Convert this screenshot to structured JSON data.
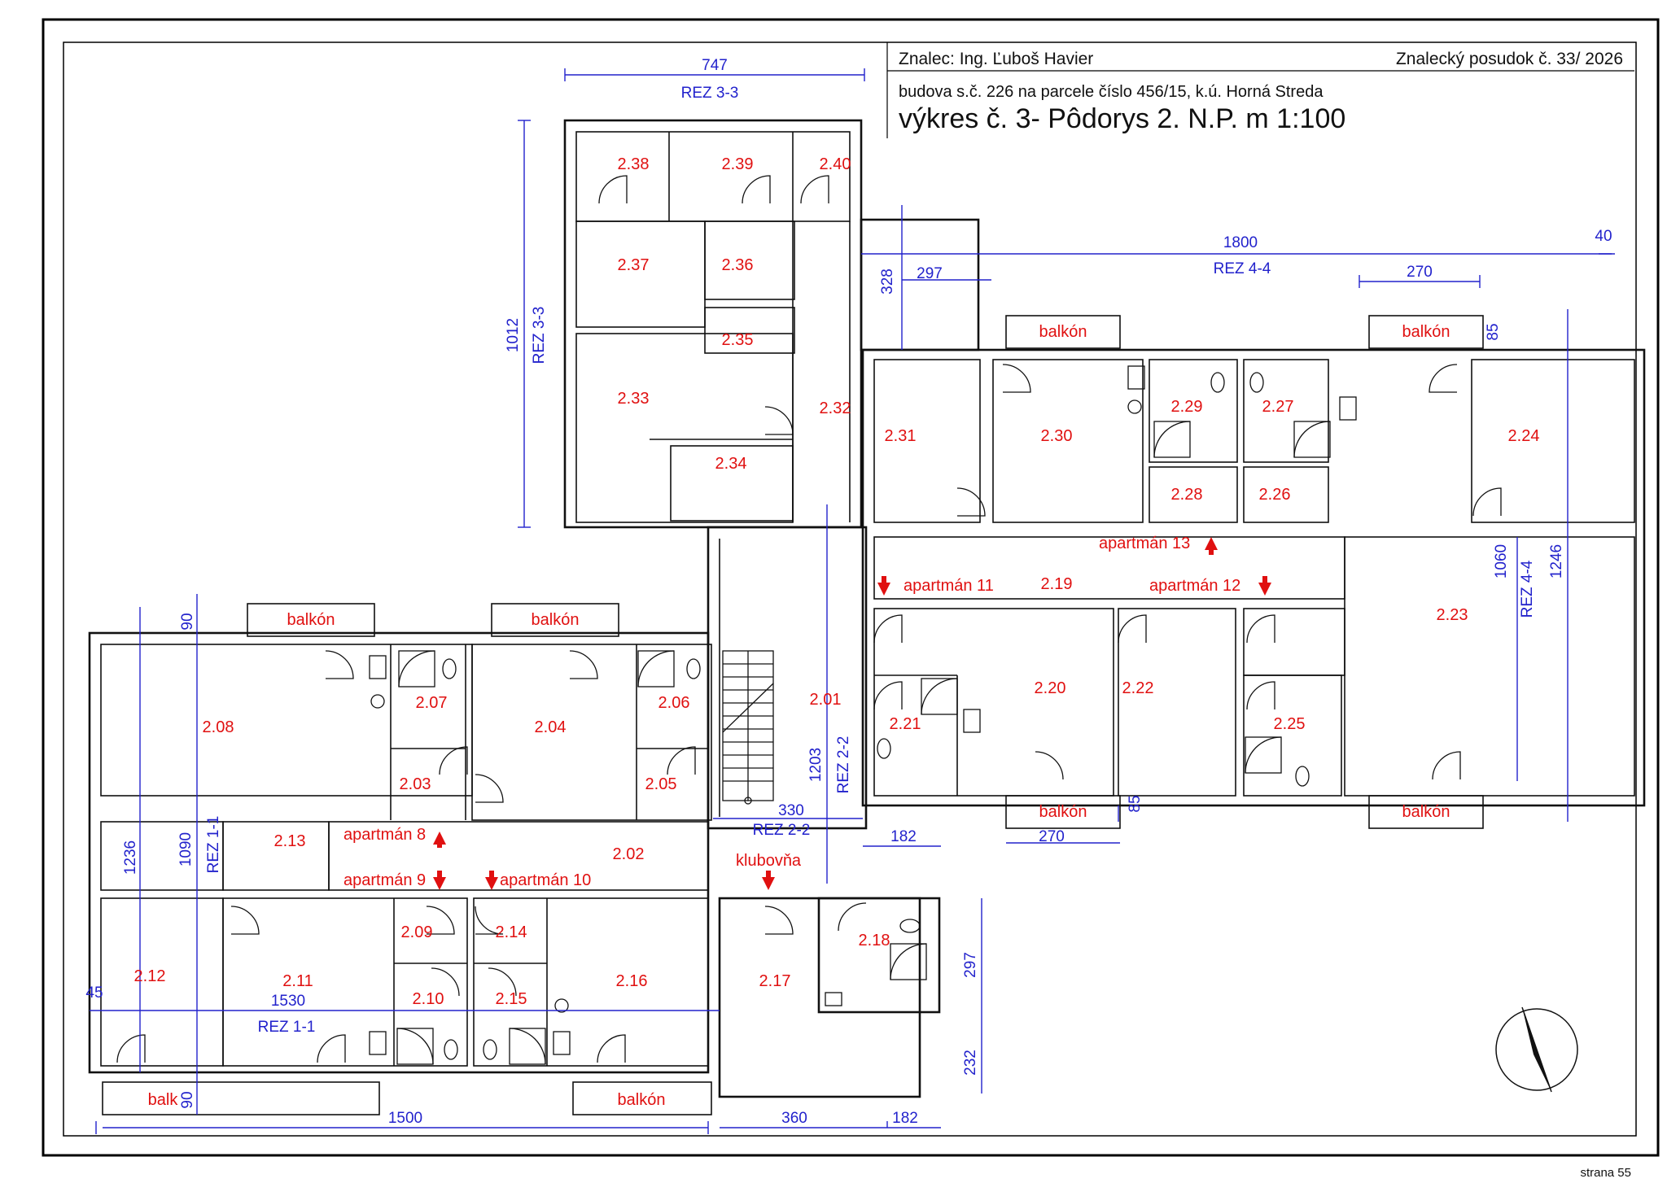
{
  "title_block": {
    "expert": "Znalec: Ing. Ľuboš Havier",
    "report": "Znalecký posudok č. 33/ 2026",
    "building": "budova s.č. 226 na parcele číslo 456/15, k.ú. Horná Streda",
    "drawing": "výkres č. 3- Pôdorys 2. N.P. m 1:100"
  },
  "page_number": "strana 55",
  "rooms": {
    "r201": "2.01",
    "r202": "2.02",
    "r203": "2.03",
    "r204": "2.04",
    "r205": "2.05",
    "r206": "2.06",
    "r207": "2.07",
    "r208": "2.08",
    "r209": "2.09",
    "r210": "2.10",
    "r211": "2.11",
    "r212": "2.12",
    "r213": "2.13",
    "r214": "2.14",
    "r215": "2.15",
    "r216": "2.16",
    "r217": "2.17",
    "r218": "2.18",
    "r219": "2.19",
    "r220": "2.20",
    "r221": "2.21",
    "r222": "2.22",
    "r223": "2.23",
    "r224": "2.24",
    "r225": "2.25",
    "r226": "2.26",
    "r227": "2.27",
    "r228": "2.28",
    "r229": "2.29",
    "r230": "2.30",
    "r231": "2.31",
    "r232": "2.32",
    "r233": "2.33",
    "r234": "2.34",
    "r235": "2.35",
    "r236": "2.36",
    "r237": "2.37",
    "r238": "2.38",
    "r239": "2.39",
    "r240": "2.40"
  },
  "labels": {
    "balkon": "balkón",
    "balk": "balk",
    "apt8": "apartmán 8",
    "apt9": "apartmán 9",
    "apt10": "apartmán 10",
    "apt11": "apartmán 11",
    "apt12": "apartmán 12",
    "apt13": "apartmán 13",
    "klubovna": "klubovňa"
  },
  "dimensions": {
    "d747": "747",
    "rez33": "REZ 3-3",
    "d1012": "1012",
    "d1800": "1800",
    "rez44": "REZ 4-4",
    "d40": "40",
    "d270": "270",
    "d85": "85",
    "d328": "328",
    "d297": "297",
    "d1060": "1060",
    "d1246": "1246",
    "d90": "90",
    "d1236": "1236",
    "d1090": "1090",
    "rez11": "REZ 1-1",
    "d1530": "1530",
    "d45": "45",
    "d1500": "1500",
    "d360": "360",
    "d182": "182",
    "d330": "330",
    "rez22": "REZ 2-2",
    "d1203": "1203",
    "d232": "232"
  },
  "colors": {
    "walls": "#111111",
    "dimensions": "#2222cc",
    "room_labels": "#e01010"
  }
}
